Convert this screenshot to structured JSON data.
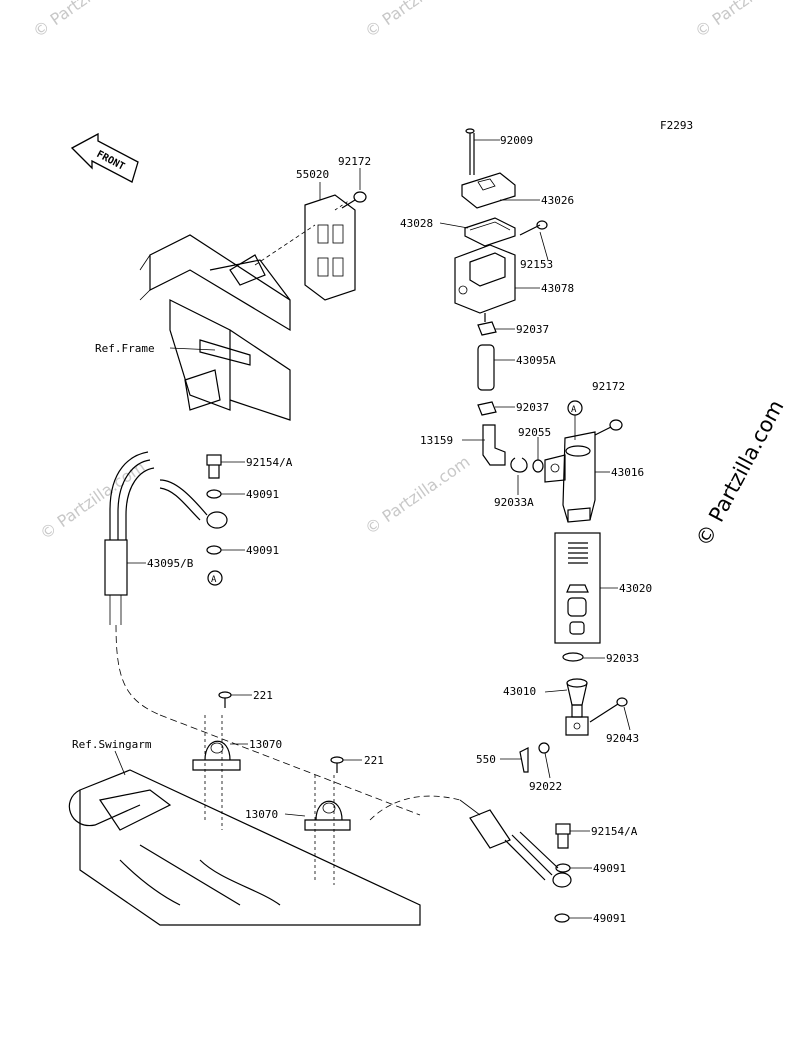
{
  "diagram_code": "F2293",
  "watermark": "© Partzilla.com",
  "front_arrow_label": "FRONT",
  "ref_frame": "Ref.Frame",
  "ref_swingarm": "Ref.Swingarm",
  "circle_marker": "A",
  "callouts": {
    "c92009": "92009",
    "c43026": "43026",
    "c43028": "43028",
    "c92153": "92153",
    "c43078": "43078",
    "c92037a": "92037",
    "c43095a": "43095A",
    "c92037b": "92037",
    "c92172r": "92172",
    "c13159": "13159",
    "c92055": "92055",
    "c43016": "43016",
    "c92033a": "92033A",
    "c43020": "43020",
    "c92033": "92033",
    "c43010": "43010",
    "c92043": "92043",
    "c550": "550",
    "c92022": "92022",
    "c92154b": "92154/A",
    "c49091c": "49091",
    "c49091d": "49091",
    "c92172l": "92172",
    "c55020": "55020",
    "c92154a": "92154/A",
    "c49091a": "49091",
    "c49091b": "49091",
    "c43095b": "43095/B",
    "c221a": "221",
    "c13070a": "13070",
    "c221b": "221",
    "c13070b": "13070"
  }
}
